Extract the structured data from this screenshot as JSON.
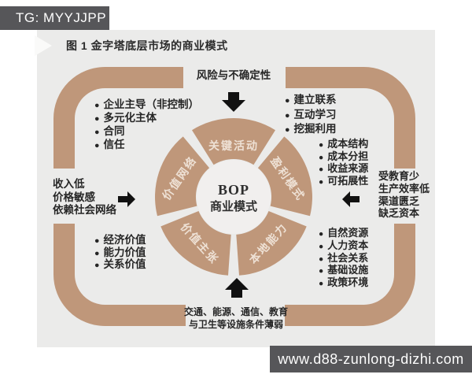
{
  "ui": {
    "bullet": "●"
  },
  "colors": {
    "tan": "#bf977a",
    "panel": "#ebebea",
    "dark_bar": "#565659"
  },
  "header": {
    "badge": "TG: MYYJJPP",
    "title": "图 1 金字塔底层市场的商业模式"
  },
  "footer": {
    "watermark": "www.d88-zunlong-dizhi.com"
  },
  "diagram": {
    "center": {
      "line1": "BOP",
      "line2": "商业模式"
    },
    "wedges": [
      "关键活动",
      "盈利模式",
      "本地能力",
      "价值主张",
      "价值网络"
    ],
    "external_factors": {
      "top": "风险与不确定性",
      "left": [
        "收入低",
        "价格敏感",
        "依赖社会网络"
      ],
      "right": [
        "受教育少",
        "生产效率低",
        "渠道匮乏",
        "缺乏资本"
      ],
      "bottom": [
        "交通、能源、通信、教育",
        "与卫生等设施条件薄弱"
      ]
    },
    "lists": {
      "top_left": [
        "企业主导（非控制）",
        "多元化主体",
        "合同",
        "信任"
      ],
      "top_right": [
        "建立联系",
        "互动学习",
        "挖掘利用"
      ],
      "mid_right": [
        "成本结构",
        "成本分担",
        "收益来源",
        "可拓展性"
      ],
      "bottom_right": [
        "自然资源",
        "人力资本",
        "社会关系",
        "基础设施",
        "政策环境"
      ],
      "bottom_left": [
        "经济价值",
        "能力价值",
        "关系价值"
      ]
    }
  }
}
